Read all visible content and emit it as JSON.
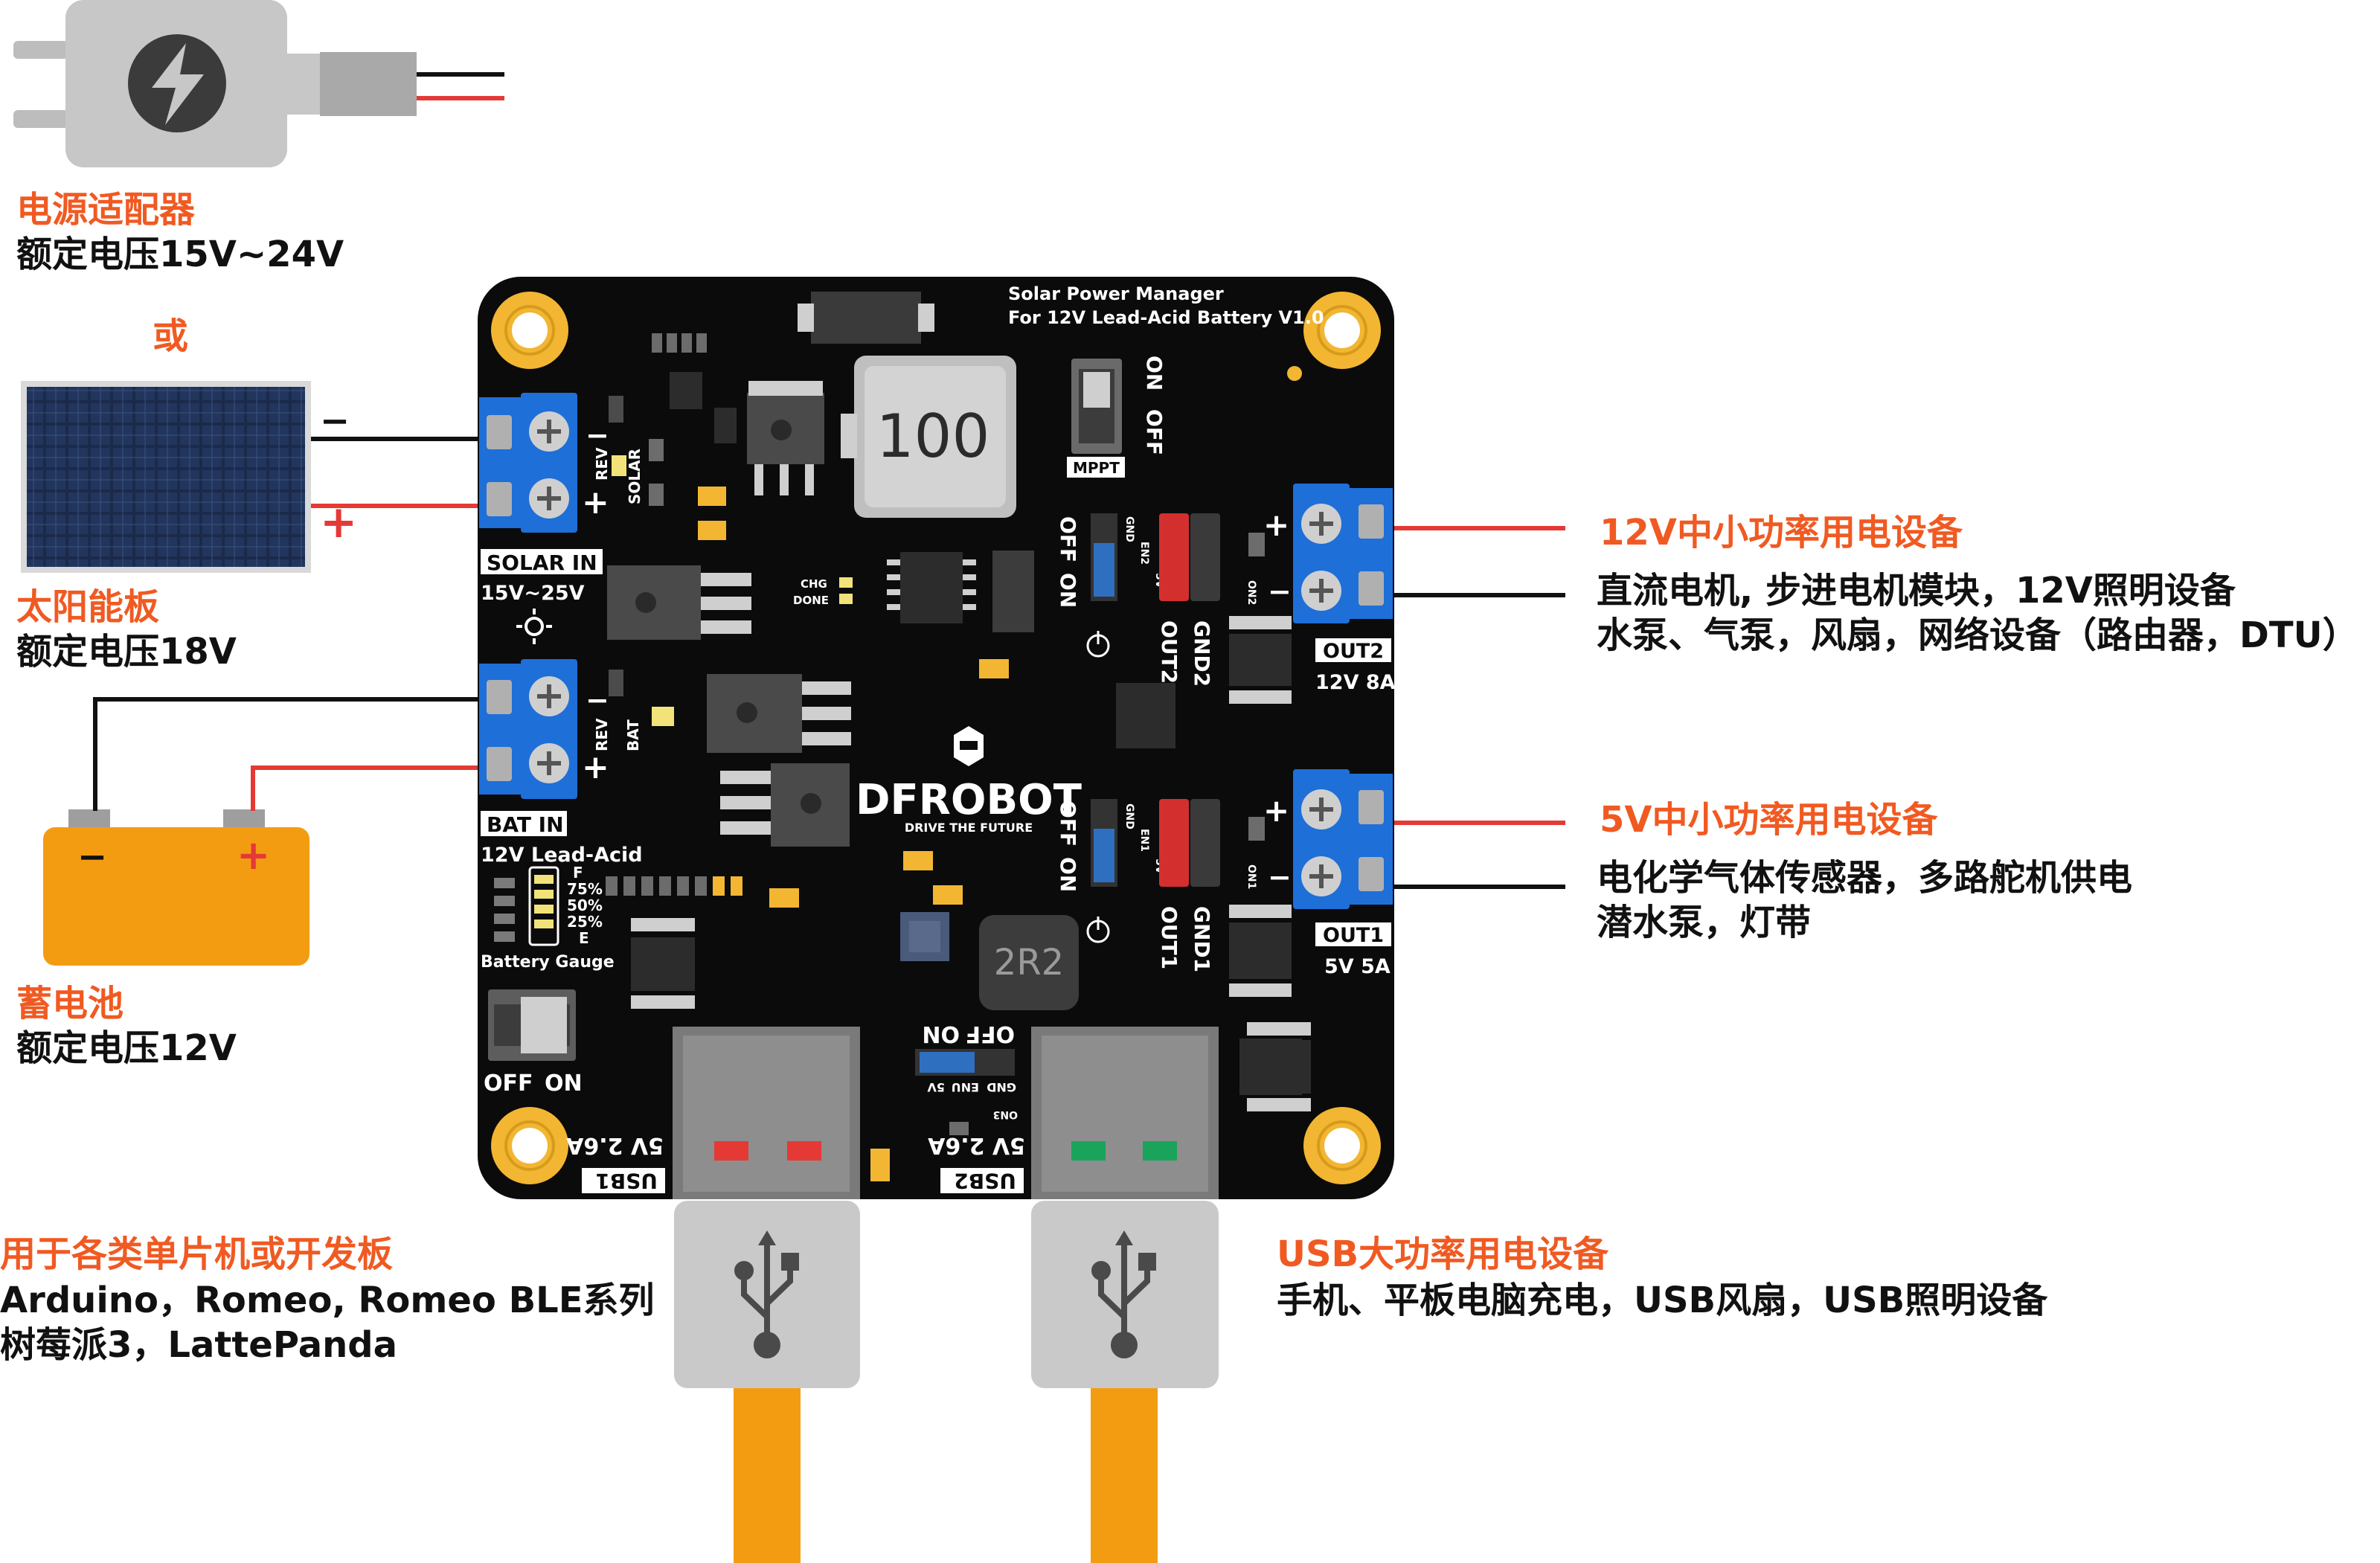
{
  "colors": {
    "accent": "#f05a22",
    "text": "#111111",
    "pcb": "#0b0b0b",
    "terminal_blue": "#1e6fd8",
    "battery_orange": "#f39c12",
    "usb_gray": "#8e8e8e",
    "wire_red": "#e53935",
    "wire_black": "#111111"
  },
  "power_adapter": {
    "icon": "power-adapter-icon",
    "title": "电源适配器",
    "spec": "额定电压15V~24V"
  },
  "or_label": "或",
  "solar_panel": {
    "icon": "solar-panel-icon",
    "title": "太阳能板",
    "spec": "额定电压18V",
    "minus": "−",
    "plus": "+"
  },
  "battery": {
    "icon": "battery-icon",
    "title": "蓄电池",
    "spec": "额定电压12V",
    "minus": "−",
    "plus": "+"
  },
  "board": {
    "title_line1": "Solar Power Manager",
    "title_line2": "For 12V Lead-Acid Battery V1.0",
    "inductor_big": "100",
    "inductor_small": "2R2",
    "mppt_label": "MPPT",
    "mppt_on": "ON",
    "mppt_off": "OFF",
    "solar_in": "SOLAR IN",
    "solar_range": "15V~25V",
    "solar_rev": "REV",
    "solar_led": "SOLAR",
    "bat_in": "BAT IN",
    "bat_type": "12V Lead-Acid",
    "bat_rev": "REV",
    "bat_led": "BAT",
    "chg": "CHG",
    "done": "DONE",
    "brand": "DFROBOT",
    "slogan": "DRIVE THE FUTURE",
    "gauge_levels": [
      "F",
      "75%",
      "50%",
      "25%",
      "E"
    ],
    "gauge_label": "Battery Gauge",
    "switch_off": "OFF",
    "switch_on": "ON",
    "out2_label": "OUT2",
    "out2_rating": "12V 8A",
    "out1_label": "OUT1",
    "out1_rating": "5V 5A",
    "gnd2": "GND2",
    "gnd1": "GND1",
    "out2_pin": "OUT2",
    "out1_pin": "OUT1",
    "off": "OFF",
    "on": "ON",
    "gnd_small": "GND",
    "en2": "EN2",
    "en1": "EN1",
    "v5_small": "5V",
    "on2": "ON2",
    "on1": "ON1",
    "usb1_label": "USB1",
    "usb1_rating": "5V 2.6A",
    "usb2_label": "USB2",
    "usb2_rating": "5V 2.6A",
    "usb_sw_off": "OFF",
    "usb_sw_on": "ON",
    "usb_pins": [
      "5V",
      "ENU",
      "GND"
    ],
    "usb_on3": "ON3"
  },
  "out2_callout": {
    "title": "12V中小功率用电设备",
    "line1": "直流电机, 步进电机模块，12V照明设备",
    "line2": "水泵、气泵，风扇，网络设备（路由器，DTU）"
  },
  "out1_callout": {
    "title": "5V中小功率用电设备",
    "line1": "电化学气体传感器，多路舵机供电",
    "line2": "潜水泵，灯带"
  },
  "usb1_callout": {
    "title": "用于各类单片机或开发板",
    "line1": "Arduino，Romeo, Romeo BLE系列",
    "line2": "树莓派3，LattePanda",
    "icon": "usb-icon"
  },
  "usb2_callout": {
    "title": "USB大功率用电设备",
    "line1": "手机、平板电脑充电，USB风扇，USB照明设备",
    "icon": "usb-icon"
  }
}
